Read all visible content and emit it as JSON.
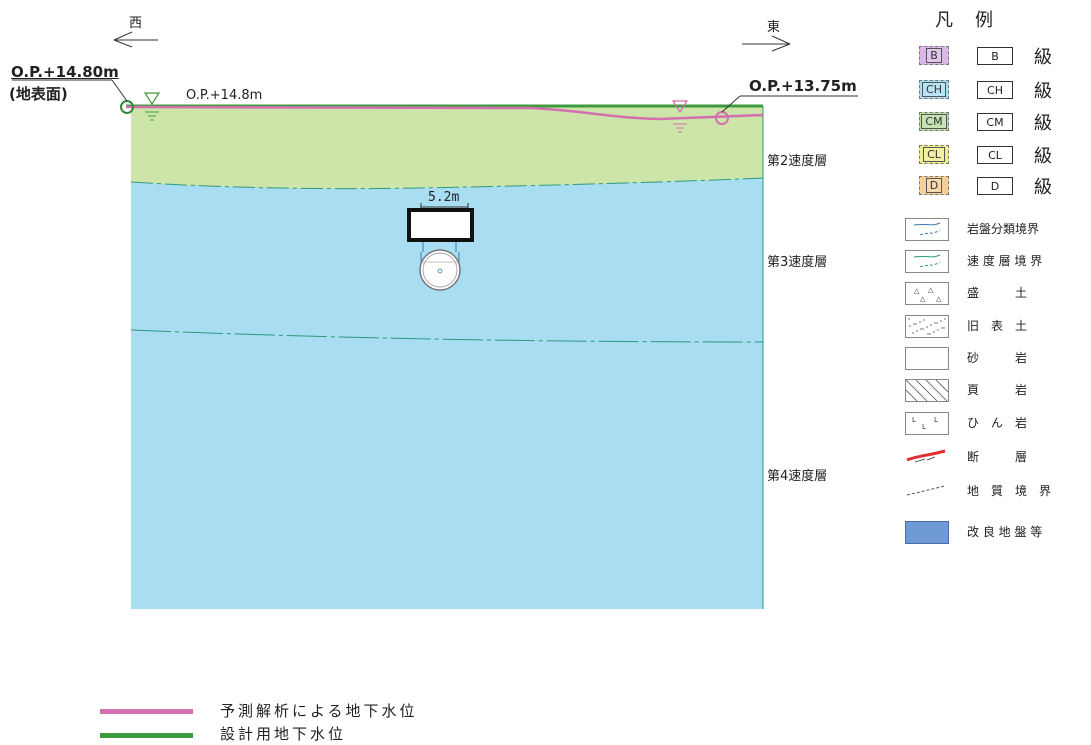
{
  "directions": {
    "west": "西",
    "east": "東"
  },
  "elevations": {
    "left_main": "O.P.+14.80m",
    "left_sub": "(地表面)",
    "left_ground": "O.P.+14.8m",
    "right_main": "O.P.+13.75m"
  },
  "layers": [
    "第2速度層",
    "第3速度層",
    "第4速度層"
  ],
  "structure": {
    "width_label": "5.2m"
  },
  "legend": {
    "title": "凡　例",
    "grades": [
      {
        "code": "B",
        "kyu": "級",
        "color": "#d9b8e6"
      },
      {
        "code": "CH",
        "kyu": "級",
        "color": "#a8ddf2"
      },
      {
        "code": "CM",
        "kyu": "級",
        "color": "#b9dca0"
      },
      {
        "code": "CL",
        "kyu": "級",
        "color": "#f0ee8c"
      },
      {
        "code": "D",
        "kyu": "級",
        "color": "#f5cf9a"
      }
    ],
    "symbols": [
      {
        "label": "岩盤分類境界",
        "icon": "rock-class-boundary-icon"
      },
      {
        "label": "速 度 層 境 界",
        "icon": "velocity-layer-boundary-icon"
      },
      {
        "label": "盛　　　土",
        "icon": "fill-soil-icon"
      },
      {
        "label": "旧　表　土",
        "icon": "old-topsoil-icon"
      },
      {
        "label": "砂　　　岩",
        "icon": "sandstone-icon"
      },
      {
        "label": "頁　　　岩",
        "icon": "shale-icon"
      },
      {
        "label": "ひ　ん　岩",
        "icon": "porphyrite-icon"
      },
      {
        "label": "断　　　層",
        "icon": "fault-icon"
      },
      {
        "label": "地　質　境　界",
        "icon": "geologic-boundary-icon"
      },
      {
        "label": "改 良 地 盤 等",
        "icon": "improved-ground-icon"
      }
    ]
  },
  "bottom_legend": [
    {
      "label": "予測解析による地下水位",
      "color": "#d46fb0"
    },
    {
      "label": "設計用地下水位",
      "color": "#3e9a3e"
    }
  ],
  "colors": {
    "sky_blue": "#a8ddf2",
    "green_layer": "#cde5a8",
    "predicted_water": "#d46fb0",
    "design_water": "#3e9a3e"
  }
}
